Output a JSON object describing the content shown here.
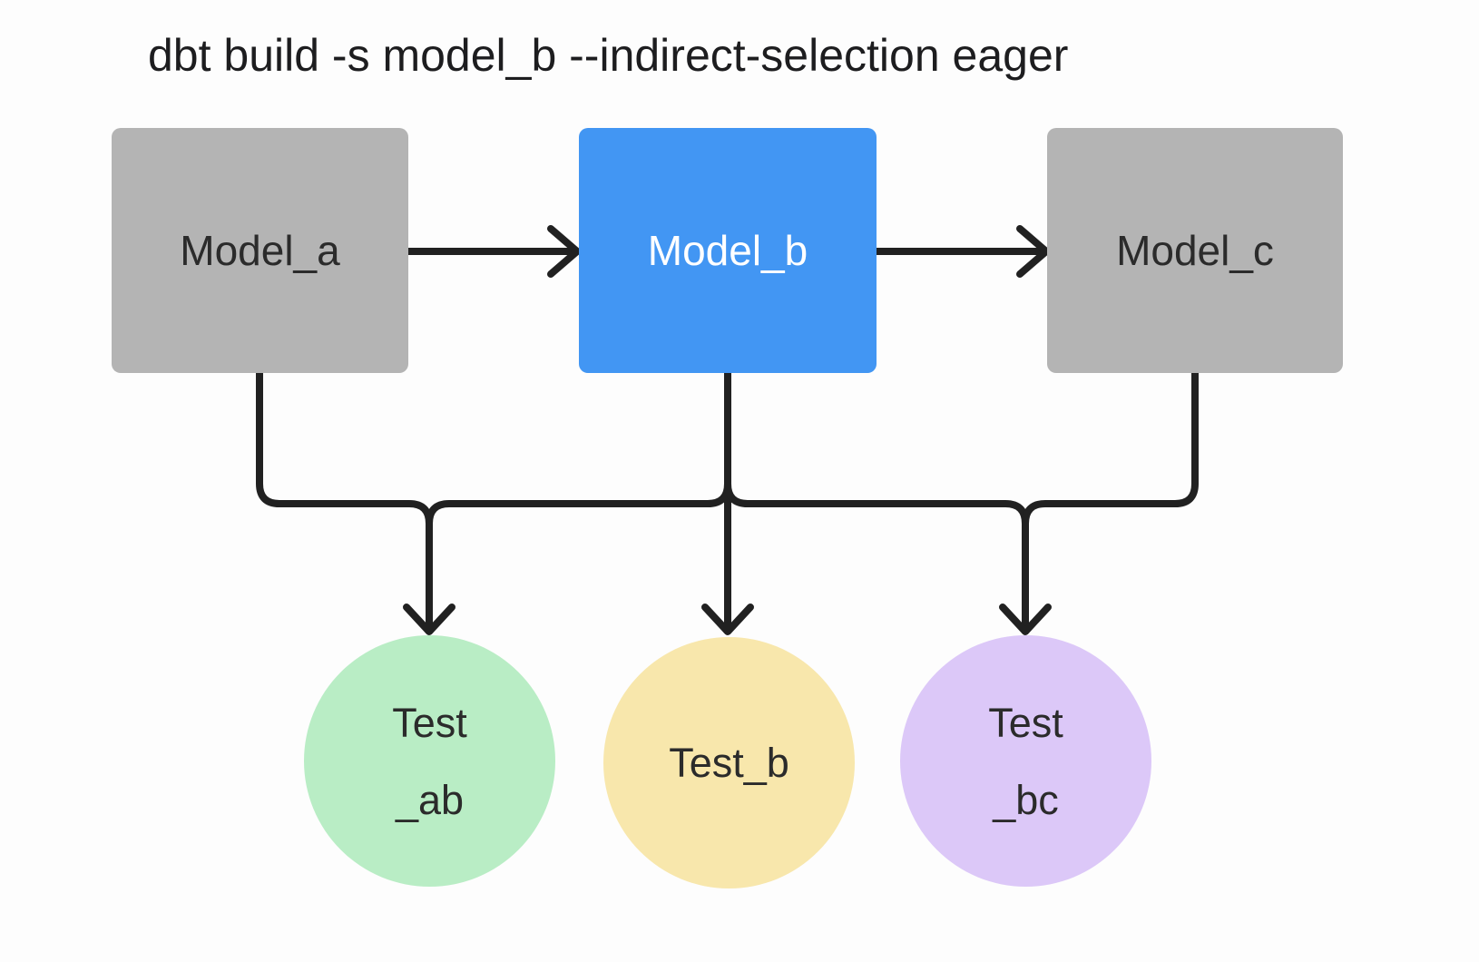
{
  "title": "dbt build -s model_b --indirect-selection eager",
  "colors": {
    "background": "#fdfdfd",
    "title_text": "#1d1d1f",
    "stroke": "#212121",
    "model_default_fill": "#b4b4b4",
    "model_selected_fill": "#4296f3",
    "model_label": "#2b2b2b",
    "model_selected_label": "#ffffff",
    "test_label": "#2b2b2b",
    "test_ab_fill": "#b9edc5",
    "test_b_fill": "#f8e7ac",
    "test_bc_fill": "#dcc8f8"
  },
  "models": [
    {
      "id": "model_a",
      "label": "Model_a",
      "selected": false
    },
    {
      "id": "model_b",
      "label": "Model_b",
      "selected": true
    },
    {
      "id": "model_c",
      "label": "Model_c",
      "selected": false
    }
  ],
  "tests": [
    {
      "id": "test_ab",
      "line1": "Test",
      "line2": "_ab"
    },
    {
      "id": "test_b",
      "line1": "Test_b",
      "line2": ""
    },
    {
      "id": "test_bc",
      "line1": "Test",
      "line2": "_bc"
    }
  ],
  "edges": [
    {
      "from": "model_a",
      "to": "model_b"
    },
    {
      "from": "model_b",
      "to": "model_c"
    },
    {
      "from": "model_a",
      "to": "test_ab"
    },
    {
      "from": "model_b",
      "to": "test_ab"
    },
    {
      "from": "model_b",
      "to": "test_b"
    },
    {
      "from": "model_b",
      "to": "test_bc"
    },
    {
      "from": "model_c",
      "to": "test_bc"
    }
  ]
}
